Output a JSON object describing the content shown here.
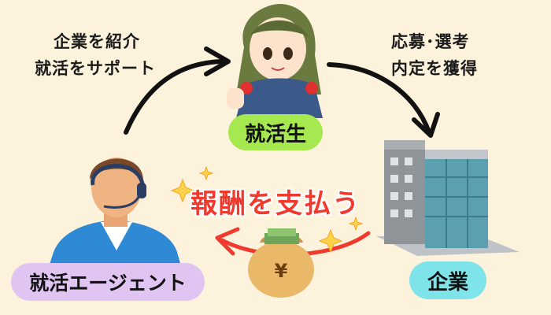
{
  "flow": {
    "top_left_caption": [
      "企業を紹介",
      "就活をサポート"
    ],
    "top_right_caption": [
      "応募･選考",
      "内定を獲得"
    ],
    "bottom_caption": "報酬を支払う"
  },
  "nodes": {
    "student": {
      "label": "就活生",
      "color": "#a6e84f"
    },
    "agent": {
      "label": "就活エージェント",
      "color": "#e0c4f2"
    },
    "company": {
      "label": "企業",
      "color": "#7fe4ea"
    }
  },
  "money_bag": {
    "symbol": "¥"
  },
  "colors": {
    "arrow_black": "#111111",
    "arrow_red": "#f03a2e",
    "background": "#fdf3dc"
  }
}
